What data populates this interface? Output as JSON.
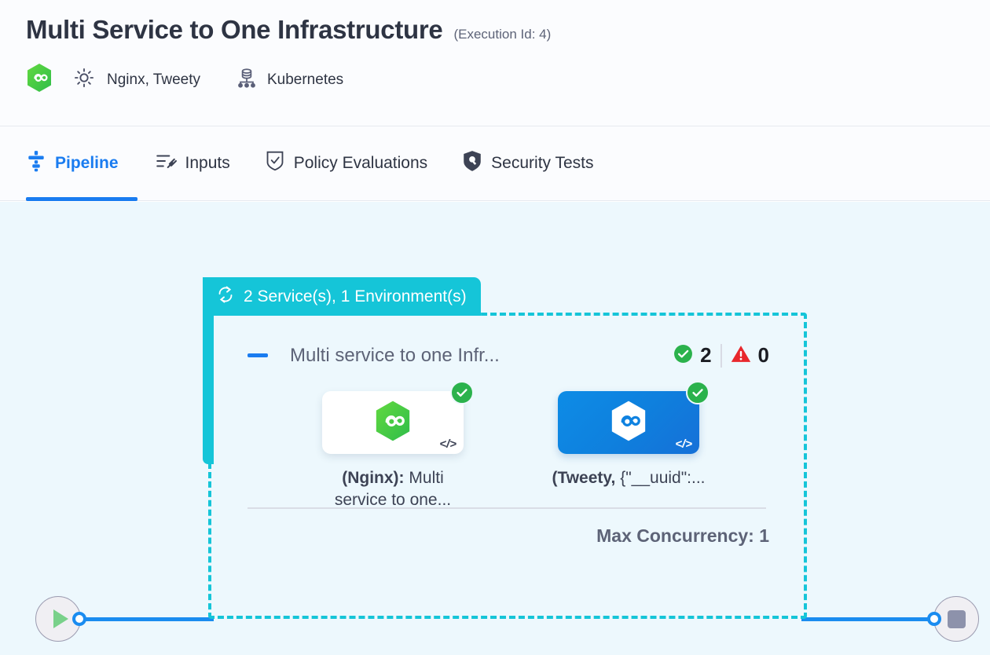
{
  "header": {
    "title": "Multi Service to One Infrastructure",
    "execution_id_label": "(Execution Id: 4)",
    "brand_icon": "hexagon-infinity-icon",
    "services_icon": "gear-icon",
    "services_label": "Nginx, Tweety",
    "infrastructure_icon": "kubernetes-icon",
    "infrastructure_label": "Kubernetes"
  },
  "tabs": [
    {
      "label": "Pipeline",
      "icon": "pipeline-icon",
      "active": true
    },
    {
      "label": "Inputs",
      "icon": "inputs-icon",
      "active": false
    },
    {
      "label": "Policy Evaluations",
      "icon": "policy-icon",
      "active": false
    },
    {
      "label": "Security Tests",
      "icon": "security-icon",
      "active": false
    }
  ],
  "canvas": {
    "start_node": {
      "icon": "play-icon"
    },
    "end_node": {
      "icon": "stop-icon"
    },
    "group": {
      "badge_icon": "loop-repeat-icon",
      "badge_label": "2 Service(s), 1 Environment(s)",
      "collapse_icon": "minus-icon",
      "title": "Multi service to one Infr...",
      "success_icon": "check-circle-icon",
      "success_count": "2",
      "error_icon": "warning-triangle-icon",
      "error_count": "0",
      "max_concurrency_label": "Max Concurrency: 1",
      "cards": [
        {
          "icon": "hexagon-infinity-icon",
          "status_icon": "check-icon",
          "code_icon": "code-tag-icon",
          "code_glyph": "</>",
          "name": "(Nginx):",
          "detail": " Multi service to one..."
        },
        {
          "icon": "hexagon-infinity-icon",
          "status_icon": "check-icon",
          "code_icon": "code-tag-icon",
          "code_glyph": "</>",
          "name": "(Tweety,",
          "detail": " {\"__uuid\":..."
        }
      ]
    }
  },
  "colors": {
    "accent_blue": "#1a7cf0",
    "teal": "#15c5d8",
    "success_green": "#2bb24c",
    "error_red": "#e8272c",
    "canvas_bg": "#edf8fd"
  }
}
